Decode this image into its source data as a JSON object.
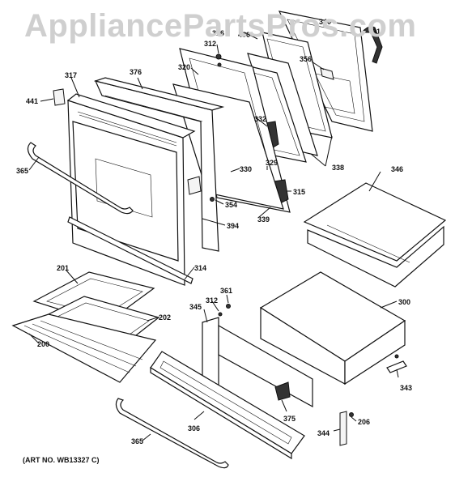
{
  "watermark": "AppliancePartsPros.com",
  "art_no": "(ART NO. WB13327 C)",
  "callouts": {
    "c340": "340",
    "c318": "318",
    "c316": "316",
    "c312a": "312",
    "c400": "400",
    "c356": "356",
    "c320": "320",
    "c376": "376",
    "c317": "317",
    "c441": "441",
    "c332": "332",
    "c338": "338",
    "c346": "346",
    "c329": "329",
    "c330": "330",
    "c315": "315",
    "c365a": "365",
    "c354": "354",
    "c339": "339",
    "c394": "394",
    "c314": "314",
    "c201": "201",
    "c361": "361",
    "c300": "300",
    "c312b": "312",
    "c345": "345",
    "c202": "202",
    "c200": "200",
    "c343": "343",
    "c375": "375",
    "c206": "206",
    "c306": "306",
    "c344": "344",
    "c365b": "365"
  }
}
